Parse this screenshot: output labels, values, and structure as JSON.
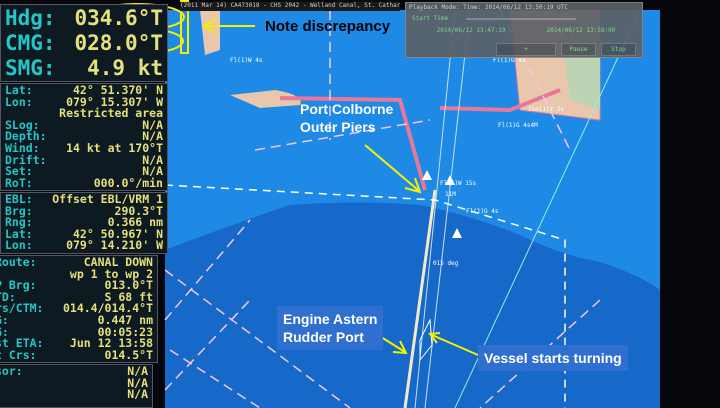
{
  "colors": {
    "sea": "#1e8ae6",
    "shoal": "#1668c9",
    "land": "#e9c7ad",
    "route": "#e8789a",
    "annotation": "#f5f000"
  },
  "titlebar": "(2011 Mar 14) CA473018 - CHS 2042 - Welland Canal, St. Catharines to Port Colborne",
  "dialog": {
    "title": "Playback Mode: Time: 2014/06/12 13:50:19 UTC",
    "start_label": "Start Time",
    "start_time": "2014/06/12 13:47:19",
    "end_time": "2014/06/12 13:58:00",
    "pause_label": "Pause",
    "stop_label": "Stop",
    "plus_label": "+"
  },
  "nav_big": [
    {
      "label": "Hdg:",
      "value": "034.6°T"
    },
    {
      "label": "CMG:",
      "value": "028.0°T"
    },
    {
      "label": "SMG:",
      "value": "4.9 kt"
    }
  ],
  "position": [
    {
      "label": "Lat:",
      "value": "42° 51.370' N"
    },
    {
      "label": "Lon:",
      "value": "079° 15.307' W"
    },
    {
      "label": "",
      "value": "Restricted area"
    },
    {
      "label": "SLog:",
      "value": "N/A"
    },
    {
      "label": "Depth:",
      "value": "N/A"
    },
    {
      "label": "Wind:",
      "value": "14 kt at 170°T"
    },
    {
      "label": "Drift:",
      "value": "N/A"
    },
    {
      "label": "Set:",
      "value": "N/A"
    },
    {
      "label": "RoT:",
      "value": "000.0°/min"
    }
  ],
  "ebl": [
    {
      "label": "EBL:",
      "value": "Offset EBL/VRM 1"
    },
    {
      "label": "Brg:",
      "value": "290.3°T"
    },
    {
      "label": "Rng:",
      "value": "0.366 nm"
    },
    {
      "label": "Lat:",
      "value": "42° 50.967' N"
    },
    {
      "label": "Lon:",
      "value": "079° 14.210' W"
    }
  ],
  "route": [
    {
      "label": "Route:",
      "value": "CANAL DOWN"
    },
    {
      "label": "",
      "value": "wp 1 to wp 2"
    },
    {
      "label": "P Brg:",
      "value": "013.0°T"
    },
    {
      "label": "TD:",
      "value": "S    68 ft"
    },
    {
      "label": "rs/CTM:",
      "value": "014.4/014.4°T"
    },
    {
      "label": "G:",
      "value": "0.447 nm"
    },
    {
      "label": "G:",
      "value": "00:05:23"
    },
    {
      "label": "st ETA:",
      "value": "Jun 12 13:58"
    },
    {
      "label": "t Crs:",
      "value": "014.5°T"
    }
  ],
  "sensor": [
    {
      "label": "sor:",
      "value": "N/A"
    },
    {
      "label": ":",
      "value": "N/A"
    },
    {
      "label": "",
      "value": "N/A"
    }
  ],
  "chart_labels": {
    "light1": "Fl(1)W 4s",
    "light2": "Fl(1)G 4s",
    "pier": "Fl(5)W 15s",
    "pier2": "11M",
    "pier3": "Fl(1)G 4s",
    "course": "015 deg",
    "light3": "Fl(1)G 4s4M",
    "light4": "Iso(1)Y 2s"
  },
  "annotations": {
    "note": "Note discrepancy",
    "piers": [
      "Port Colborne",
      "Outer Piers"
    ],
    "engine": [
      "Engine Astern",
      "Rudder Port"
    ],
    "vessel": "Vessel starts turning"
  }
}
